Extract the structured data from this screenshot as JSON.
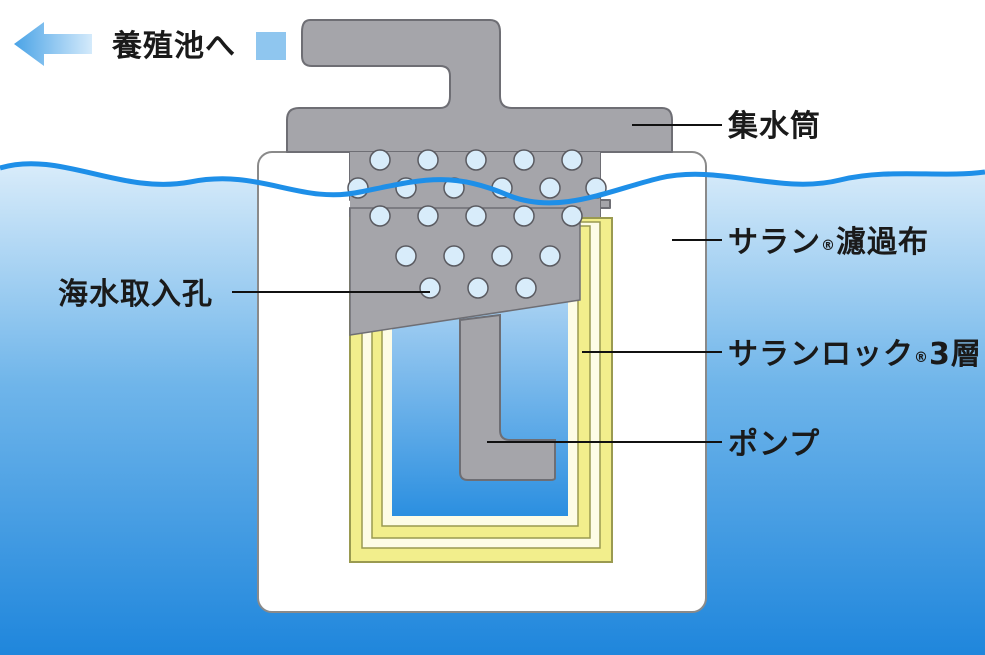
{
  "header": {
    "direction_text": "養殖池へ",
    "direction_icon": "left-arrow-icon"
  },
  "labels": {
    "collector_tube": "集水筒",
    "saran_filter": {
      "main": "サラン",
      "mark": "®",
      "rest": "濾過布"
    },
    "saran_rock": {
      "main": "サランロック",
      "mark": "®",
      "rest": "3層"
    },
    "pump": "ポンプ",
    "intake_holes": "海水取入孔"
  },
  "colors": {
    "water_top": "#d9ecfa",
    "water_bottom": "#1f86dc",
    "wave_line": "#1e8fe8",
    "tube_gray": "#a5a5aa",
    "tube_edge": "#6e6e74",
    "filter_white": "#ffffff",
    "saran_rock_yellow": "#f2ee8c",
    "hole_fill": "#d8ecfa",
    "leader_line": "#111111",
    "arrow_blue": "#8fc6ef"
  }
}
